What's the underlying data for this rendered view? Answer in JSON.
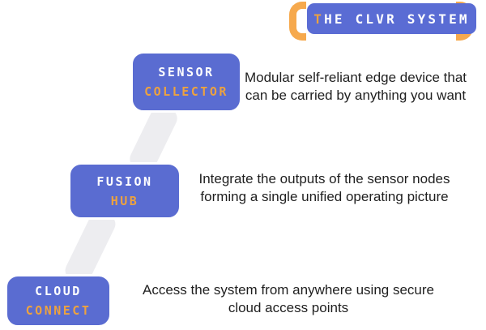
{
  "title": {
    "first_letter": "T",
    "rest": "HE CLVR SYSTEM"
  },
  "nodes": [
    {
      "name_line1": "SENSOR",
      "name_line2": "COLLECTOR",
      "desc_line1": "Modular self-reliant edge device that",
      "desc_line2": "can be carried by anything you want"
    },
    {
      "name_line1": "FUSION",
      "name_line2": "HUB",
      "desc_line1": "Integrate the outputs of the sensor nodes",
      "desc_line2": "forming a single unified operating picture"
    },
    {
      "name_line1": "CLOUD",
      "name_line2": "CONNECT",
      "desc_line1": "Access the system from anywhere using secure",
      "desc_line2": "cloud access points"
    }
  ],
  "colors": {
    "node_blue": "#5a6cd1",
    "badge_blue": "#5a6cd4",
    "accent_orange": "#eda23f",
    "bracket_orange": "#f6a94d",
    "text_dark": "#1f1f1f",
    "connector_gray": "#ededf0",
    "label_white": "#ffffff"
  }
}
